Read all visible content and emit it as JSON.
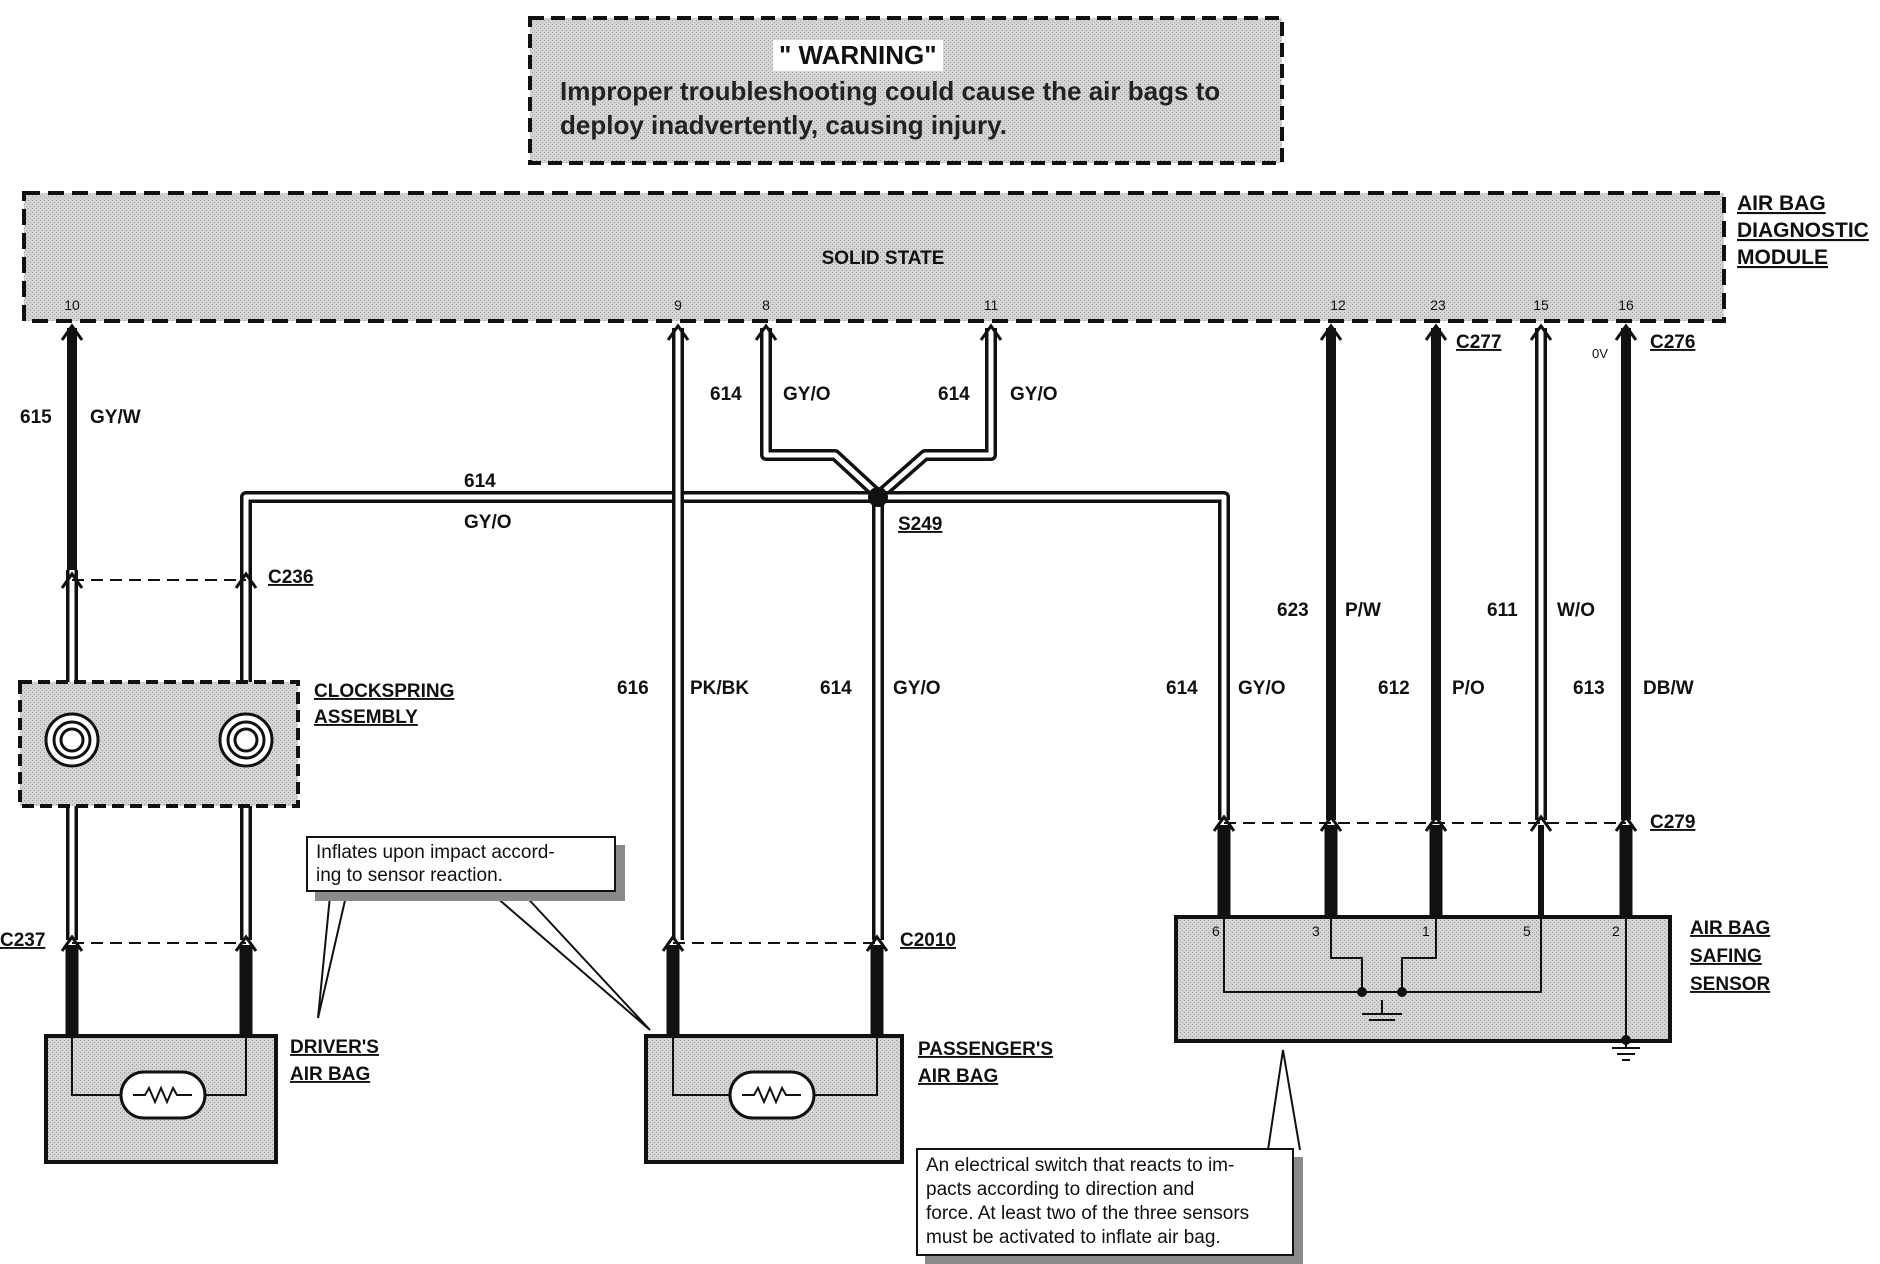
{
  "warning": {
    "title": "\" WARNING\"",
    "line1": "Improper troubleshooting could cause the air bags to",
    "line2": "deploy inadvertently, causing injury."
  },
  "module": {
    "name_line1": "AIR BAG",
    "name_line2": "DIAGNOSTIC",
    "name_line3": "MODULE",
    "inner_label": "SOLID STATE",
    "pins": [
      "10",
      "9",
      "8",
      "11",
      "12",
      "23",
      "15",
      "16"
    ],
    "pin16_voltage": "0V"
  },
  "connectors": {
    "c277": "C277",
    "c276": "C276",
    "c236": "C236",
    "c237": "C237",
    "c2010": "C2010",
    "c279": "C279",
    "splice": "S249"
  },
  "wires": {
    "w615": {
      "circuit": "615",
      "color": "GY/W"
    },
    "w614_left": {
      "circuit": "614",
      "color": "GY/O"
    },
    "w614_right": {
      "circuit": "614",
      "color": "GY/O"
    },
    "w614_horizontal": {
      "circuit": "614",
      "color": "GY/O"
    },
    "w616": {
      "circuit": "616",
      "color": "PK/BK"
    },
    "w614_center": {
      "circuit": "614",
      "color": "GY/O"
    },
    "w614_sensor": {
      "circuit": "614",
      "color": "GY/O"
    },
    "w623": {
      "circuit": "623",
      "color": "P/W"
    },
    "w612": {
      "circuit": "612",
      "color": "P/O"
    },
    "w611": {
      "circuit": "611",
      "color": "W/O"
    },
    "w613": {
      "circuit": "613",
      "color": "DB/W"
    }
  },
  "components": {
    "clockspring_line1": "CLOCKSPRING",
    "clockspring_line2": "ASSEMBLY",
    "driver_line1": "DRIVER'S",
    "driver_line2": "AIR BAG",
    "passenger_line1": "PASSENGER'S",
    "passenger_line2": "AIR BAG",
    "safing_line1": "AIR BAG",
    "safing_line2": "SAFING",
    "safing_line3": "SENSOR",
    "safing_pins": [
      "6",
      "3",
      "1",
      "5",
      "2"
    ]
  },
  "callouts": {
    "inflate_line1": "Inflates upon impact accord-",
    "inflate_line2": "ing to sensor reaction.",
    "switch_line1": "An electrical switch that reacts to im-",
    "switch_line2": "pacts according to direction and",
    "switch_line3": "force. At least two of the three sensors",
    "switch_line4": "must be activated to inflate air bag."
  },
  "colors": {
    "fill_gray": "#cfcfcf",
    "stroke": "#111111",
    "shadow": "#8a8a8a"
  }
}
